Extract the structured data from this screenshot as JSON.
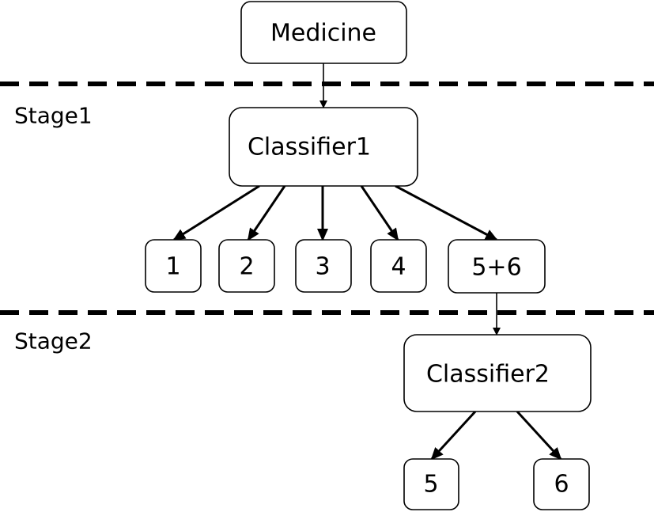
{
  "diagram": {
    "stages": [
      {
        "id": "stage1",
        "label": "Stage1"
      },
      {
        "id": "stage2",
        "label": "Stage2"
      }
    ],
    "nodes": [
      {
        "id": "medicine",
        "label": "Medicine"
      },
      {
        "id": "classifier1",
        "label": "Classifier1"
      },
      {
        "id": "class1",
        "label": "1"
      },
      {
        "id": "class2",
        "label": "2"
      },
      {
        "id": "class3",
        "label": "3"
      },
      {
        "id": "class4",
        "label": "4"
      },
      {
        "id": "class56",
        "label": "5+6"
      },
      {
        "id": "classifier2",
        "label": "Classifier2"
      },
      {
        "id": "class5",
        "label": "5"
      },
      {
        "id": "class6",
        "label": "6"
      }
    ],
    "edges": [
      {
        "from": "medicine",
        "to": "classifier1"
      },
      {
        "from": "classifier1",
        "to": "class1"
      },
      {
        "from": "classifier1",
        "to": "class2"
      },
      {
        "from": "classifier1",
        "to": "class3"
      },
      {
        "from": "classifier1",
        "to": "class4"
      },
      {
        "from": "classifier1",
        "to": "class56"
      },
      {
        "from": "class56",
        "to": "classifier2"
      },
      {
        "from": "classifier2",
        "to": "class5"
      },
      {
        "from": "classifier2",
        "to": "class6"
      }
    ]
  }
}
